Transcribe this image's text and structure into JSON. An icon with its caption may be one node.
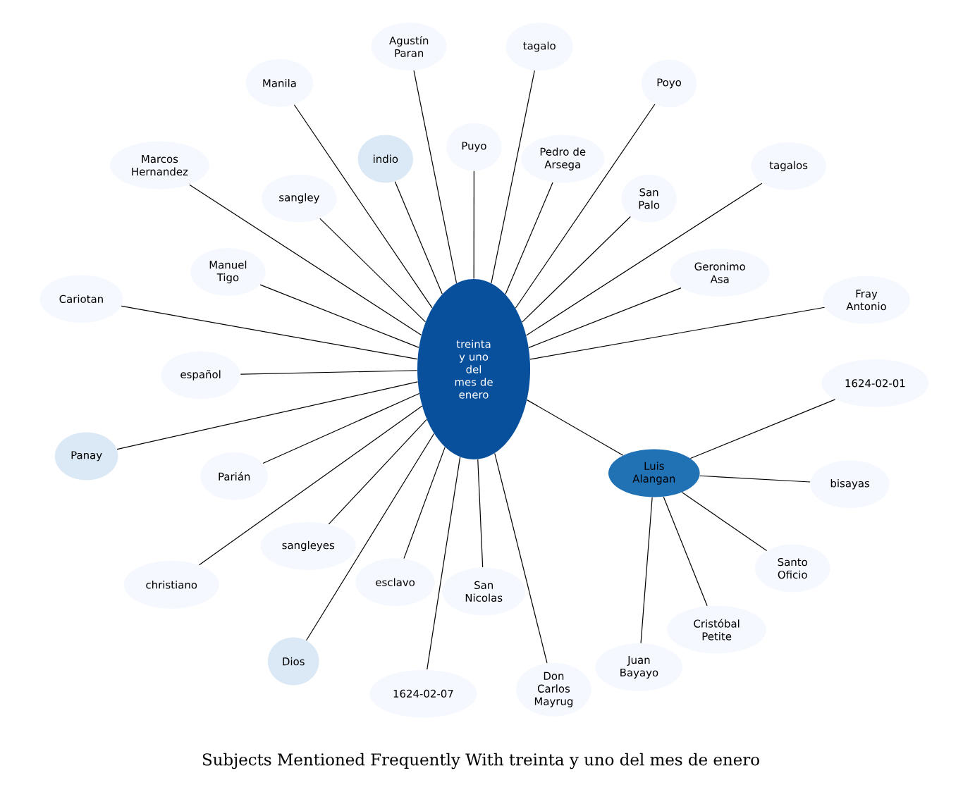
{
  "diagram": {
    "title": "Subjects Mentioned Frequently With treinta y uno del mes de enero",
    "nodes": [
      {
        "text": [
          "treinta y uno del mes de enero"
        ]
      },
      {
        "text": [
          "Luis Alangan"
        ]
      },
      {
        "text": [
          "Puyo"
        ]
      },
      {
        "text": [
          "Pedro de Arsega"
        ]
      },
      {
        "text": [
          "Agustín Paran"
        ]
      },
      {
        "text": [
          "Manila"
        ]
      },
      {
        "text": [
          "tagalo"
        ]
      },
      {
        "text": [
          "San Palo"
        ]
      },
      {
        "text": [
          "sangley"
        ]
      },
      {
        "text": [
          "Poyo"
        ]
      },
      {
        "text": [
          "Marcos Hernandez"
        ]
      },
      {
        "text": [
          "tagalos"
        ]
      },
      {
        "text": [
          "indio"
        ]
      },
      {
        "text": [
          "Manuel Tigo"
        ]
      },
      {
        "text": [
          "Cariotan"
        ]
      },
      {
        "text": [
          "Geronimo Asa"
        ]
      },
      {
        "text": [
          "Fray Antonio"
        ]
      },
      {
        "text": [
          "1624-02-01"
        ]
      },
      {
        "text": [
          "Panay"
        ]
      },
      {
        "text": [
          "español"
        ]
      },
      {
        "text": [
          "bisayas"
        ]
      },
      {
        "text": [
          "Parián"
        ]
      },
      {
        "text": [
          "Dios"
        ]
      },
      {
        "text": [
          "San Nicolas"
        ]
      },
      {
        "text": [
          "Santo Oficio"
        ]
      },
      {
        "text": [
          "Cristóbal Petite"
        ]
      },
      {
        "text": [
          "christiano"
        ]
      },
      {
        "text": [
          "Juan Bayayo"
        ]
      },
      {
        "text": [
          "sangleyes"
        ]
      },
      {
        "text": [
          "Don Carlos Mayrug"
        ]
      },
      {
        "text": [
          "1624-02-07"
        ]
      },
      {
        "text": [
          "esclavo"
        ]
      }
    ],
    "edges": [
      {
        "from": 0,
        "to": 1,
        "arrow": "none"
      },
      {
        "from": 0,
        "to": 2,
        "arrow": "none"
      },
      {
        "from": 0,
        "to": 3,
        "arrow": "none"
      },
      {
        "from": 0,
        "to": 4,
        "arrow": "none"
      },
      {
        "from": 0,
        "to": 5,
        "arrow": "none"
      },
      {
        "from": 0,
        "to": 6,
        "arrow": "none"
      },
      {
        "from": 0,
        "to": 7,
        "arrow": "none"
      },
      {
        "from": 0,
        "to": 8,
        "arrow": "none"
      },
      {
        "from": 0,
        "to": 9,
        "arrow": "none"
      },
      {
        "from": 0,
        "to": 10,
        "arrow": "none"
      },
      {
        "from": 0,
        "to": 11,
        "arrow": "none"
      },
      {
        "from": 0,
        "to": 12,
        "arrow": "none"
      },
      {
        "from": 0,
        "to": 13,
        "arrow": "none"
      },
      {
        "from": 0,
        "to": 14,
        "arrow": "none"
      },
      {
        "from": 0,
        "to": 15,
        "arrow": "none"
      },
      {
        "from": 0,
        "to": 16,
        "arrow": "none"
      },
      {
        "from": 1,
        "to": 17,
        "arrow": "none"
      },
      {
        "from": 0,
        "to": 18,
        "arrow": "none"
      },
      {
        "from": 0,
        "to": 19,
        "arrow": "none"
      },
      {
        "from": 1,
        "to": 20,
        "arrow": "none"
      },
      {
        "from": 0,
        "to": 21,
        "arrow": "none"
      },
      {
        "from": 0,
        "to": 22,
        "arrow": "none"
      },
      {
        "from": 0,
        "to": 23,
        "arrow": "none"
      },
      {
        "from": 1,
        "to": 24,
        "arrow": "none"
      },
      {
        "from": 1,
        "to": 25,
        "arrow": "none"
      },
      {
        "from": 0,
        "to": 26,
        "arrow": "none"
      },
      {
        "from": 1,
        "to": 27,
        "arrow": "none"
      },
      {
        "from": 0,
        "to": 28,
        "arrow": "none"
      },
      {
        "from": 0,
        "to": 29,
        "arrow": "none"
      },
      {
        "from": 0,
        "to": 30,
        "arrow": "none"
      },
      {
        "from": 0,
        "to": 31,
        "arrow": "none"
      }
    ]
  }
}
